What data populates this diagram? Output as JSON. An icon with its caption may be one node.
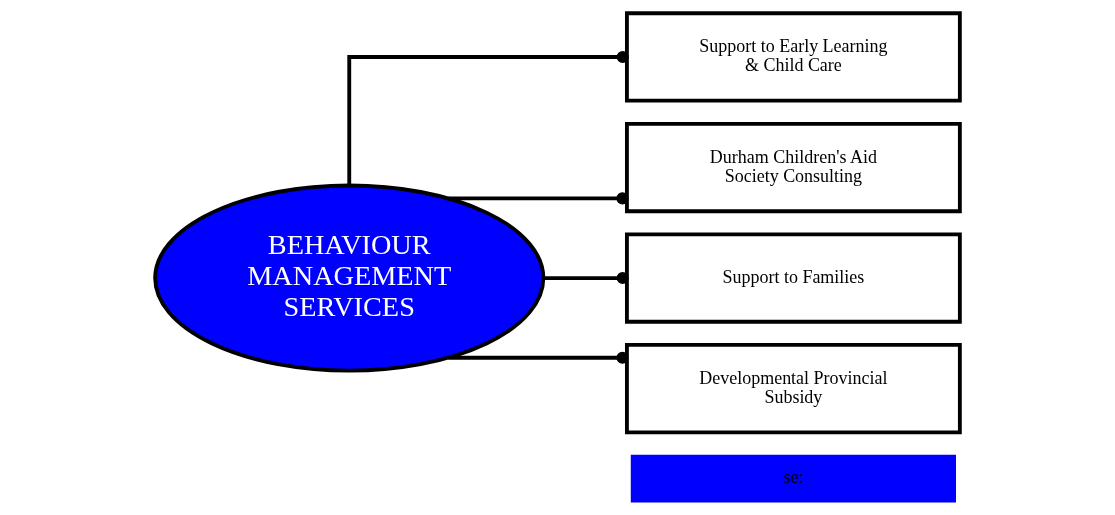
{
  "diagram": {
    "nodes": [
      {
        "text": [
          "BEHAVIOUR MANAGEMENT SERVICES"
        ]
      },
      {
        "text": [
          "Support to Early Learning & Child Care"
        ]
      },
      {
        "text": [
          "Durham Children's Aid Society Consulting"
        ]
      },
      {
        "text": [
          "Support to Families"
        ]
      },
      {
        "text": [
          "Developmental Provincial Subsidy"
        ]
      },
      {
        "text": [
          "se:"
        ]
      }
    ],
    "edges": [
      {
        "from": 0,
        "to": 1,
        "arrow": "other"
      },
      {
        "from": 0,
        "to": 2,
        "arrow": "other"
      },
      {
        "from": 0,
        "to": 3,
        "arrow": "other"
      },
      {
        "from": 0,
        "to": 4,
        "arrow": "other"
      }
    ]
  }
}
